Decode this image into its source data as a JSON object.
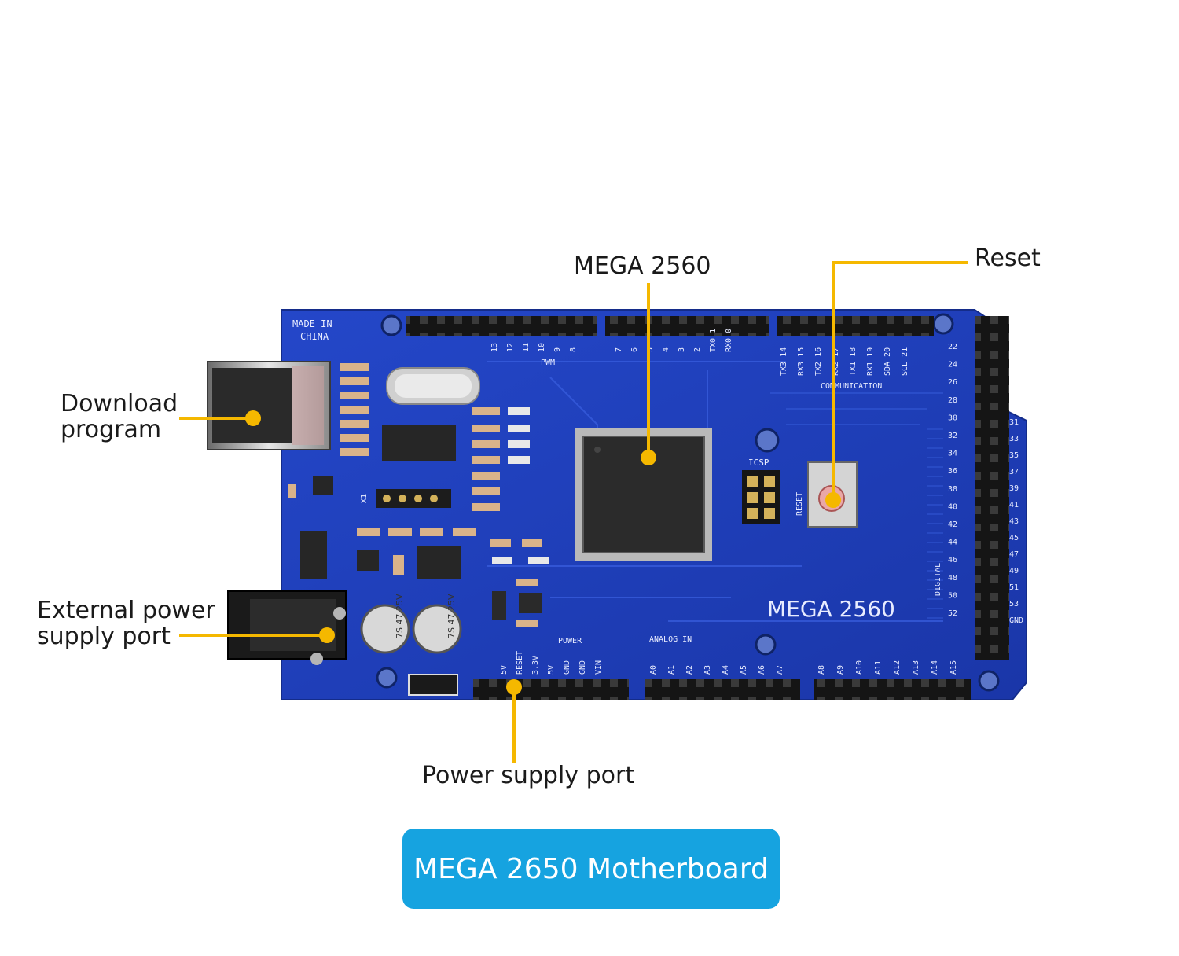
{
  "labels": {
    "chip": "MEGA 2560",
    "reset": "Reset",
    "download_line1": "Download",
    "download_line2": "program",
    "power_ext_line1": "External power",
    "power_ext_line2": "supply port",
    "power_port": "Power supply port"
  },
  "board": {
    "made_in_line1": "MADE IN",
    "made_in_line2": "CHINA",
    "silk_model": "MEGA 2560",
    "icsp": "ICSP",
    "reset_silk": "RESET",
    "pwm": "PWM",
    "communication": "COMMUNICATION",
    "power_header": "POWER",
    "analog_in": "ANALOG IN",
    "digital": "DIGITAL",
    "crystal": "X1",
    "cap1": "7S 47 25V",
    "cap2": "7S 47 25V",
    "top_pins_left": [
      "13",
      "12",
      "11",
      "10",
      "9",
      "8"
    ],
    "top_pins_mid": [
      "7",
      "6",
      "5",
      "4",
      "3",
      "2",
      "TX0 1",
      "RX0 0"
    ],
    "top_pins_comm": [
      "TX3 14",
      "RX3 15",
      "TX2 16",
      "RX2 17",
      "TX1 18",
      "RX1 19",
      "SDA 20",
      "SCL 21"
    ],
    "right_pins": [
      "22",
      "24",
      "26",
      "28",
      "30",
      "32",
      "34",
      "36",
      "38",
      "40",
      "42",
      "44",
      "46",
      "48",
      "50",
      "52"
    ],
    "right_pins_outer": [
      "31",
      "33",
      "35",
      "37",
      "39",
      "41",
      "43",
      "45",
      "47",
      "49",
      "51",
      "53",
      "GND"
    ],
    "power_pins": [
      "5V",
      "RESET",
      "3.3V",
      "5V",
      "GND",
      "GND",
      "VIN"
    ],
    "analog_pins_a": [
      "A0",
      "A1",
      "A2",
      "A3",
      "A4",
      "A5",
      "A6",
      "A7"
    ],
    "analog_pins_b": [
      "A8",
      "A9",
      "A10",
      "A11",
      "A12",
      "A13",
      "A14",
      "A15"
    ]
  },
  "caption": "MEGA 2650 Motherboard",
  "colors": {
    "board": "#1f3fbf",
    "leader": "#f5b800",
    "caption_bg": "#16a3e0"
  }
}
